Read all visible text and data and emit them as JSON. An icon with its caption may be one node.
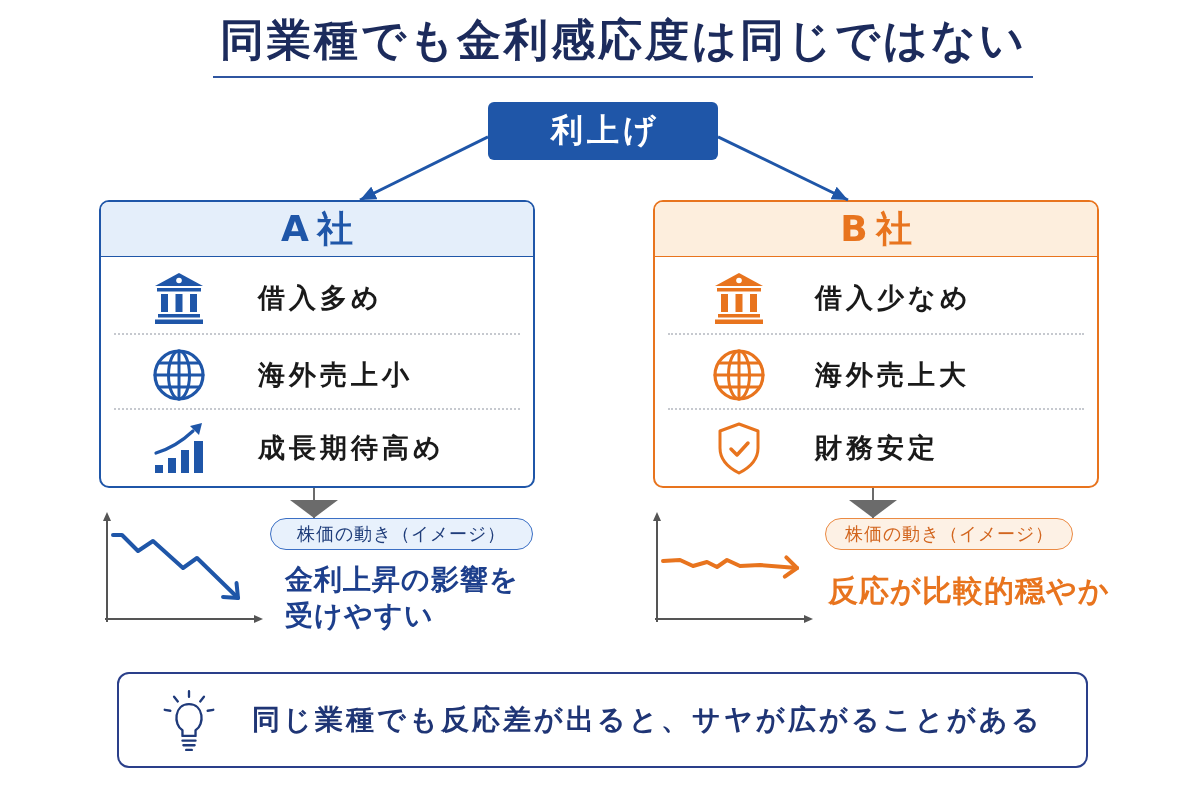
{
  "diagram": {
    "title": "同業種でも金利感応度は同じではない",
    "nodes": [
      {
        "text": [
          "利上げ"
        ]
      },
      {
        "text": [
          "A社"
        ]
      },
      {
        "text": [
          "借入多め"
        ],
        "in": 1
      },
      {
        "text": [
          "海外売上小"
        ],
        "in": 1
      },
      {
        "text": [
          "成長期待高め"
        ],
        "in": 1
      },
      {
        "text": [
          "B社"
        ]
      },
      {
        "text": [
          "借入少なめ"
        ],
        "in": 5
      },
      {
        "text": [
          "海外売上大"
        ],
        "in": 5
      },
      {
        "text": [
          "財務安定"
        ],
        "in": 5
      },
      {
        "text": [
          "株価の動き（イメージ）"
        ],
        "beside": [
          "金利上昇の影響を受けやすい"
        ]
      },
      {
        "text": [
          "株価の動き（イメージ）"
        ],
        "beside": [
          "反応が比較的穏やか"
        ]
      },
      {
        "text": [
          "同じ業種でも反応差が出ると、サヤが広がることがある"
        ]
      }
    ],
    "edges": [
      {
        "from": 0,
        "to": 1,
        "arrow": "to"
      },
      {
        "from": 0,
        "to": 5,
        "arrow": "to"
      },
      {
        "from": 1,
        "to": 9,
        "arrow": "to",
        "color": "#6b6b6b"
      },
      {
        "from": 5,
        "to": 10,
        "arrow": "to",
        "color": "#6b6b6b"
      }
    ]
  }
}
